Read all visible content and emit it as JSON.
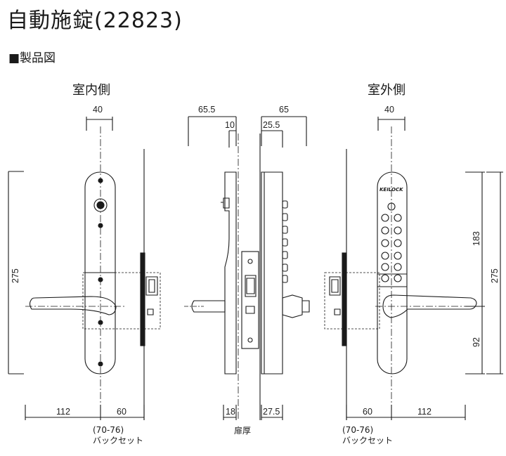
{
  "title": "自動施錠(22823)",
  "section": "■製品図",
  "views": {
    "indoor": "室内側",
    "outdoor": "室外側"
  },
  "dims": {
    "l_top": "40",
    "l_height": "275",
    "l_bottom_a": "112",
    "l_bottom_b": "60",
    "c_top_left": "65.5",
    "c_top_left_inner": "10",
    "c_top_right": "65",
    "c_top_right_inner": "25.5",
    "c_bottom_left": "18",
    "c_bottom_right": "27.5",
    "r_top": "40",
    "r_upper": "183",
    "r_total": "275",
    "r_lower": "92",
    "r_bottom_a": "60",
    "r_bottom_b": "112"
  },
  "notes": {
    "backset_range_l": "(70-76)",
    "backset_l": "バックセット",
    "door_thickness": "扉厚",
    "backset_range_r": "(70-76)",
    "backset_r": "バックセット"
  },
  "brand": "KEILOCK"
}
